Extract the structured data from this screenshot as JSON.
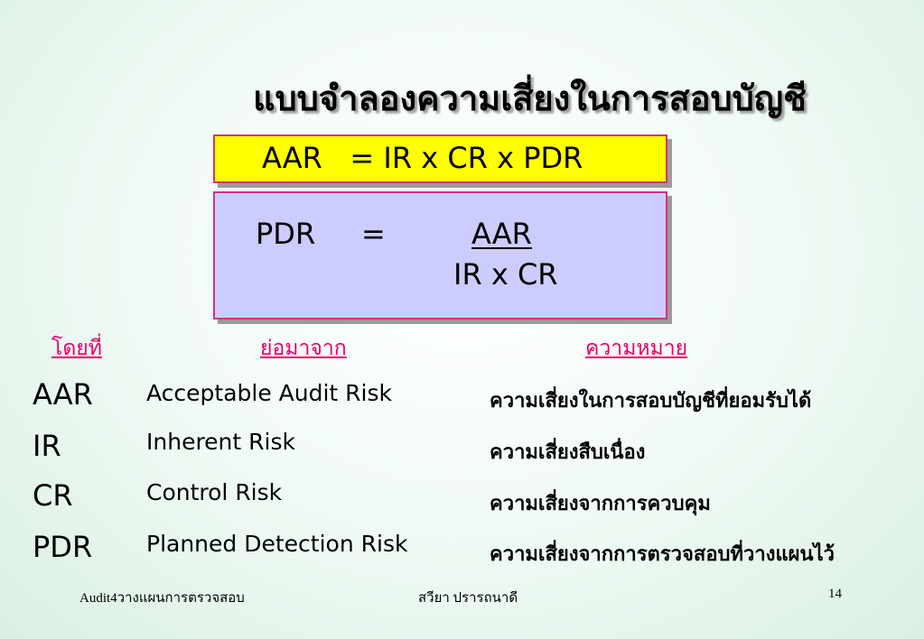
{
  "title": "แบบจำลองความเสี่ยงในการสอบบัญชี",
  "formula_main": "AAR   = IR x CR x PDR",
  "formula_pdr": {
    "lhs": "PDR",
    "equals": "=",
    "numerator": "AAR",
    "denominator": "IR x CR"
  },
  "table": {
    "headers": [
      "โดยที่",
      "ย่อมาจาก",
      "ความหมาย"
    ],
    "rows": [
      {
        "abbr": "AAR",
        "full": "Acceptable Audit Risk",
        "meaning": "ความเสี่ยงในการสอบบัญชีที่ยอมรับได้"
      },
      {
        "abbr": "IR",
        "full": "Inherent Risk",
        "meaning": "ความเสี่ยงสืบเนื่อง"
      },
      {
        "abbr": "CR",
        "full": "Control Risk",
        "meaning": "ความเสี่ยงจากการควบคุม"
      },
      {
        "abbr": "PDR",
        "full": "Planned Detection Risk",
        "meaning": "ความเสี่ยงจากการตรวจสอบที่วางแผนไว้"
      }
    ]
  },
  "footer": {
    "left": "Audit4วางแผนการตรวจสอบ",
    "center": "สวียา  ปรารถนาดี",
    "page": "14"
  },
  "colors": {
    "header_text": "#e8006a",
    "box_border": "#d6337a",
    "box_yellow": "#ffff00",
    "box_blue": "#ccccff"
  }
}
